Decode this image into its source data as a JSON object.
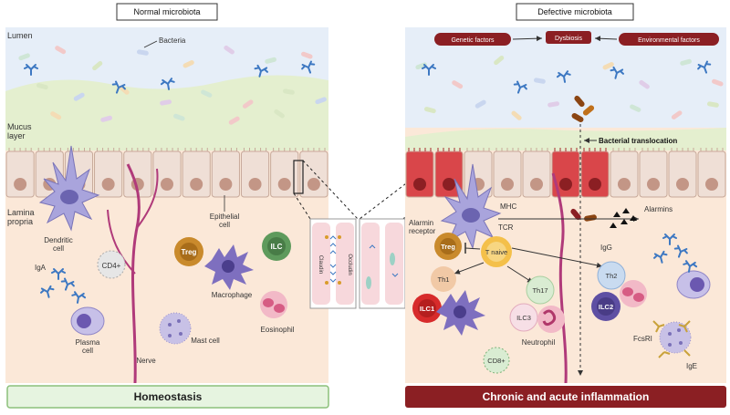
{
  "panels": {
    "left": {
      "header": "Normal microbiota",
      "footer": "Homeostasis",
      "labels": {
        "lumen": "Lumen",
        "bacteria": "Bacteria",
        "mucus_1": "Mucus",
        "mucus_2": "layer",
        "lamina_1": "Lamina",
        "lamina_2": "propria",
        "dendritic_1": "Dendritic",
        "dendritic_2": "cell",
        "epithelial_1": "Epithelial",
        "epithelial_2": "cell",
        "iga": "IgA",
        "plasma_1": "Plasma",
        "plasma_2": "cell",
        "nerve": "Nerve",
        "macrophage": "Macrophage",
        "mast": "Mast cell",
        "eosinophil": "Eosinophil",
        "cd4": "CD4+",
        "treg": "Treg",
        "ilc": "ILC"
      }
    },
    "right": {
      "header": "Defective microbiota",
      "footer": "Chronic and acute inflammation",
      "labels": {
        "genetic": "Genetic factors",
        "dysbiosis": "Dysbiosis",
        "environmental": "Environmental factors",
        "translocation": "Bacterial translocation",
        "mhc": "MHC",
        "tcr": "TCR",
        "alarmin_rec_1": "Alarmin",
        "alarmin_rec_2": "receptor",
        "alarmins": "Alarmins",
        "igg": "IgG",
        "treg": "Treg",
        "tnaive": "T naive",
        "th1": "Th1",
        "th17": "Th17",
        "th2": "Th2",
        "ilc1": "ILC1",
        "ilc2": "ILC2",
        "ilc3": "ILC3",
        "neutrophil": "Neutrophil",
        "cd8": "CD8+",
        "fcsri": "FcsRI",
        "ige": "IgE"
      }
    },
    "zoom": {
      "claudin": "Claudin",
      "occludin": "Occludin"
    }
  },
  "colors": {
    "lumen": "#e6eef8",
    "mucus": "#e4efcf",
    "lamina": "#fbe8d8",
    "epithelium_normal": "#efdfd6",
    "epithelium_inflamed": "#d9464a",
    "footer_left_bg": "#e6f4e0",
    "footer_left_border": "#8cc07a",
    "footer_right_bg": "#8b1f23",
    "treg": "#c98a2c",
    "ilc": "#5e9a5c",
    "ilc1": "#d72b2b",
    "ilc2": "#5e4fa3",
    "th1": "#f1c9a6",
    "th17": "#d9ecd2",
    "th2": "#c9dbf0",
    "tnaive": "#f4c04a",
    "nerve": "#b03a7a"
  },
  "icons": [
    "antibody-icon",
    "bacterium-icon",
    "dendritic-cell-icon",
    "macrophage-icon",
    "mast-cell-icon",
    "eosinophil-icon",
    "plasma-cell-icon",
    "neutrophil-icon",
    "alarmin-icon"
  ]
}
